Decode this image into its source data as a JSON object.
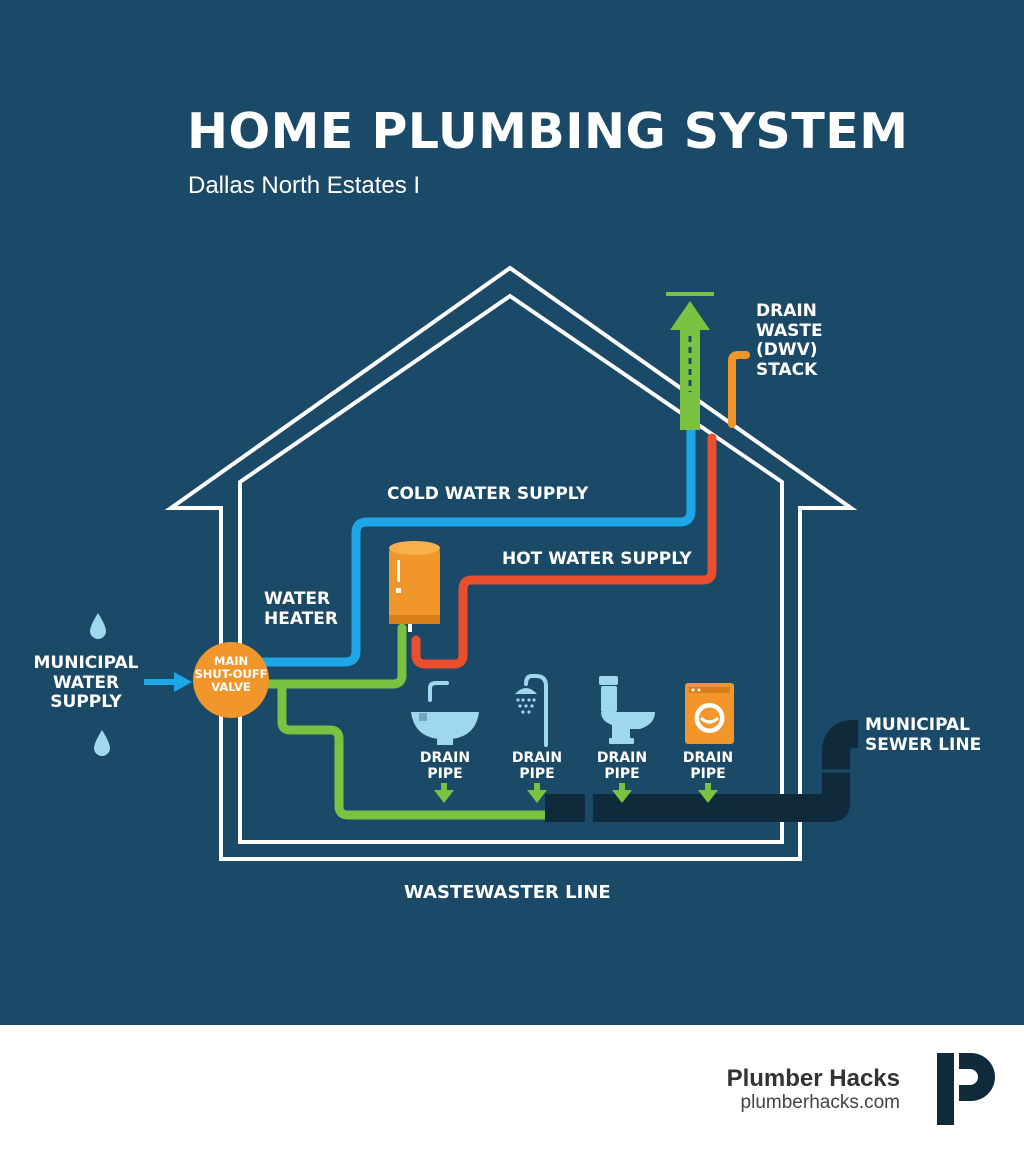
{
  "header": {
    "title": "HOME PLUMBING SYSTEM",
    "subtitle": "Dallas North Estates I"
  },
  "labels": {
    "municipal_water_supply": [
      "MUNICIPAL",
      "WATER",
      "SUPPLY"
    ],
    "main_shutoff_valve": [
      "MAIN",
      "SHUT-OUFF",
      "VALVE"
    ],
    "water_heater": [
      "WATER",
      "HEATER"
    ],
    "cold_water_supply": "COLD WATER SUPPLY",
    "hot_water_supply": "HOT WATER SUPPLY",
    "dwv_stack": [
      "DRAIN",
      "WASTE",
      "(DWV)",
      "STACK"
    ],
    "municipal_sewer_line": [
      "MUNICIPAL",
      "SEWER LINE"
    ],
    "wastewater_line": "WASTEWASTER LINE",
    "drain_pipes": [
      [
        "DRAIN",
        "PIPE"
      ],
      [
        "DRAIN",
        "PIPE"
      ],
      [
        "DRAIN",
        "PIPE"
      ],
      [
        "DRAIN",
        "PIPE"
      ]
    ]
  },
  "brand": {
    "name": "Plumber Hacks",
    "url": "plumberhacks.com",
    "logo_letter": "P"
  },
  "colors": {
    "background": "#1b4a68",
    "cold_water": "#1ea7e6",
    "hot_water": "#ea4e2d",
    "drain_green": "#7bc142",
    "orange": "#f0962a",
    "fixture_blue": "#9fd8ee",
    "sewer_pipe": "#0f2a3b"
  },
  "icons": [
    "water-drop-icon",
    "sink-icon",
    "shower-icon",
    "toilet-icon",
    "washing-machine-icon",
    "arrow-down-icon",
    "arrow-up-icon",
    "logo-icon"
  ]
}
